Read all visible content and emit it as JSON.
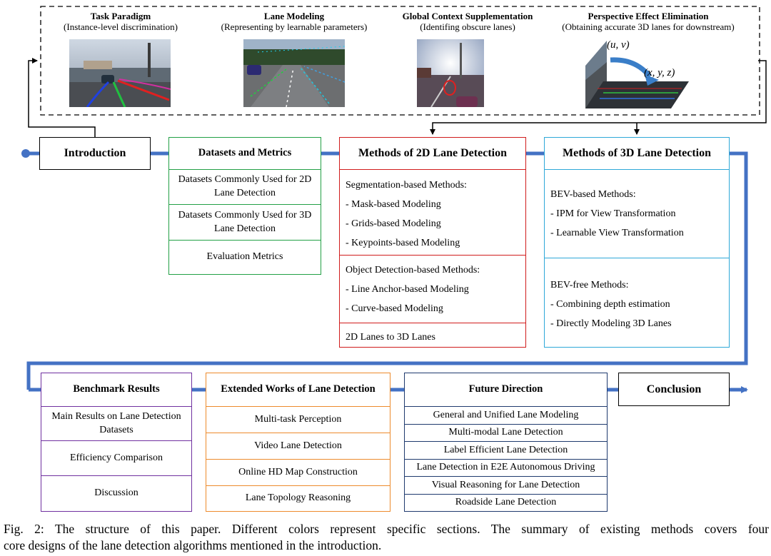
{
  "top_panel": [
    {
      "title": "Task Paradigm",
      "subtitle": "(Instance-level discrimination)"
    },
    {
      "title": "Lane Modeling",
      "subtitle": "(Representing by learnable parameters)"
    },
    {
      "title": "Global Context Supplementation",
      "subtitle": "(Identifing obscure lanes)"
    },
    {
      "title": "Perspective Effect Elimination",
      "subtitle": "(Obtaining accurate 3D lanes for downstream)",
      "coord_2d": "(u, v)",
      "coord_3d": "(x, y, z)"
    }
  ],
  "introduction": "Introduction",
  "datasets": {
    "header": "Datasets and Metrics",
    "items": [
      "Datasets Commonly Used for 2D Lane Detection",
      "Datasets Commonly Used for 3D Lane Detection",
      "Evaluation Metrics"
    ]
  },
  "methods_2d": {
    "header": "Methods of 2D Lane Detection",
    "seg_title": "Segmentation-based Methods:",
    "seg_items": [
      "- Mask-based Modeling",
      "- Grids-based Modeling",
      "- Keypoints-based Modeling"
    ],
    "obj_title": "Object Detection-based Methods:",
    "obj_items": [
      "- Line Anchor-based Modeling",
      "- Curve-based Modeling"
    ],
    "lift": "2D Lanes to 3D Lanes"
  },
  "methods_3d": {
    "header": "Methods of 3D Lane Detection",
    "bev_title": "BEV-based Methods:",
    "bev_items": [
      "- IPM for View Transformation",
      "- Learnable View Transformation"
    ],
    "free_title": "BEV-free Methods:",
    "free_items": [
      "- Combining depth estimation",
      "- Directly Modeling 3D Lanes"
    ]
  },
  "benchmark": {
    "header": "Benchmark Results",
    "items": [
      "Main Results on Lane Detection Datasets",
      "Efficiency Comparison",
      "Discussion"
    ]
  },
  "extended": {
    "header": "Extended Works of Lane Detection",
    "items": [
      "Multi-task Perception",
      "Video Lane Detection",
      "Online HD Map Construction",
      "Lane Topology Reasoning"
    ]
  },
  "future": {
    "header": "Future Direction",
    "items": [
      "General and Unified Lane Modeling",
      "Multi-modal Lane Detection",
      "Label Efficient Lane Detection",
      "Lane Detection in E2E Autonomous Driving",
      "Visual Reasoning for Lane Detection",
      "Roadside Lane Detection"
    ]
  },
  "conclusion": "Conclusion",
  "caption": {
    "line1": "Fig. 2: The structure of this paper. Different colors represent specific sections. The summary of existing methods covers four",
    "line2": "core designs of the lane detection algorithms mentioned in the introduction."
  },
  "colors": {
    "flow": "#4472c4",
    "datasets": "#22a045",
    "methods_2d": "#d01c1c",
    "methods_3d": "#2ea8d8",
    "benchmark": "#7030a0",
    "extended": "#ed8b2c",
    "future": "#1f3a6e"
  }
}
